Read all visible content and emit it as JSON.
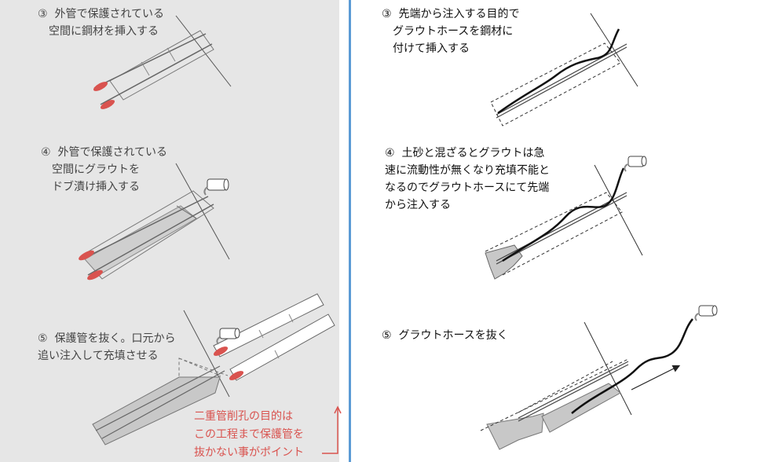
{
  "left": {
    "step3": "③  外管で保護されている\n　空間に鋼材を挿入する",
    "step4": "④  外管で保護されている\n　空間にグラウトを\n　ドブ漬け挿入する",
    "step5": "⑤  保護管を抜く。口元から\n追い注入して充填させる",
    "note": "二重管削孔の目的は\nこの工程まで保護管を\n抜かない事がポイント"
  },
  "right": {
    "step3": "③  先端から注入する目的で\n　グラウトホースを鋼材に\n　付けて挿入する",
    "step4": "④  土砂と混ざるとグラウトは急\n速に流動性が無くなり充填不能と\nなるのでグラウトホースにて先端\nから注入する",
    "step5": "⑤  グラウトホースを抜く"
  },
  "colors": {
    "left_bg": "#e6e6e6",
    "divider": "#5b9bd5",
    "red_tip": "#d9534f",
    "note_text": "#d9534f",
    "grout": "#c8c8c8"
  }
}
